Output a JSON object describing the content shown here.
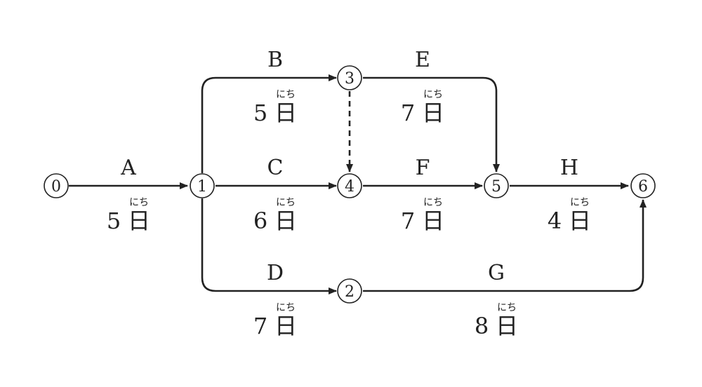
{
  "nodes": [
    {
      "id": "0",
      "label": "0"
    },
    {
      "id": "1",
      "label": "1"
    },
    {
      "id": "2",
      "label": "2"
    },
    {
      "id": "3",
      "label": "3"
    },
    {
      "id": "4",
      "label": "4"
    },
    {
      "id": "5",
      "label": "5"
    },
    {
      "id": "6",
      "label": "6"
    }
  ],
  "activities": [
    {
      "id": "A",
      "label": "A",
      "from": "0",
      "to": "1",
      "duration": "5",
      "unit": "日",
      "reading": "にち"
    },
    {
      "id": "B",
      "label": "B",
      "from": "1",
      "to": "3",
      "duration": "5",
      "unit": "日",
      "reading": "にち"
    },
    {
      "id": "C",
      "label": "C",
      "from": "1",
      "to": "4",
      "duration": "6",
      "unit": "日",
      "reading": "にち"
    },
    {
      "id": "D",
      "label": "D",
      "from": "1",
      "to": "2",
      "duration": "7",
      "unit": "日",
      "reading": "にち"
    },
    {
      "id": "E",
      "label": "E",
      "from": "3",
      "to": "5",
      "duration": "7",
      "unit": "日",
      "reading": "にち"
    },
    {
      "id": "F",
      "label": "F",
      "from": "4",
      "to": "5",
      "duration": "7",
      "unit": "日",
      "reading": "にち"
    },
    {
      "id": "G",
      "label": "G",
      "from": "2",
      "to": "6",
      "duration": "8",
      "unit": "日",
      "reading": "にち"
    },
    {
      "id": "H",
      "label": "H",
      "from": "5",
      "to": "6",
      "duration": "4",
      "unit": "日",
      "reading": "にち"
    }
  ],
  "dummy_activities": [
    {
      "from": "3",
      "to": "4",
      "style": "dashed"
    }
  ],
  "colors": {
    "line": "#222222",
    "background": "#ffffff"
  }
}
